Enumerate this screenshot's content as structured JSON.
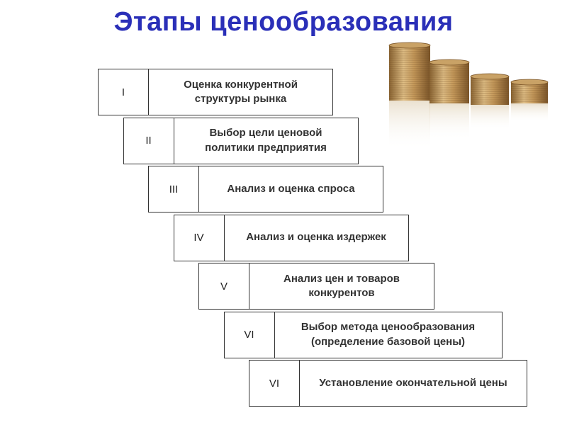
{
  "title": "Этапы ценообразования",
  "colors": {
    "title": "#2a2fb8",
    "coin": "#c9a266"
  },
  "steps": [
    {
      "num": "I",
      "label": "Оценка конкурентной\nструктуры рынка"
    },
    {
      "num": "II",
      "label": "Выбор цели ценовой\nполитики предприятия"
    },
    {
      "num": "III",
      "label": "Анализ и оценка спроса"
    },
    {
      "num": "IV",
      "label": "Анализ и оценка издержек"
    },
    {
      "num": "V",
      "label": "Анализ цен и товаров\nконкурентов"
    },
    {
      "num": "VI",
      "label": "Выбор метода ценообразования\n(определение базовой цены)"
    },
    {
      "num": "VI",
      "label": "Установление окончательной цены"
    }
  ],
  "illustration": {
    "icon": "coin-stacks-icon"
  }
}
